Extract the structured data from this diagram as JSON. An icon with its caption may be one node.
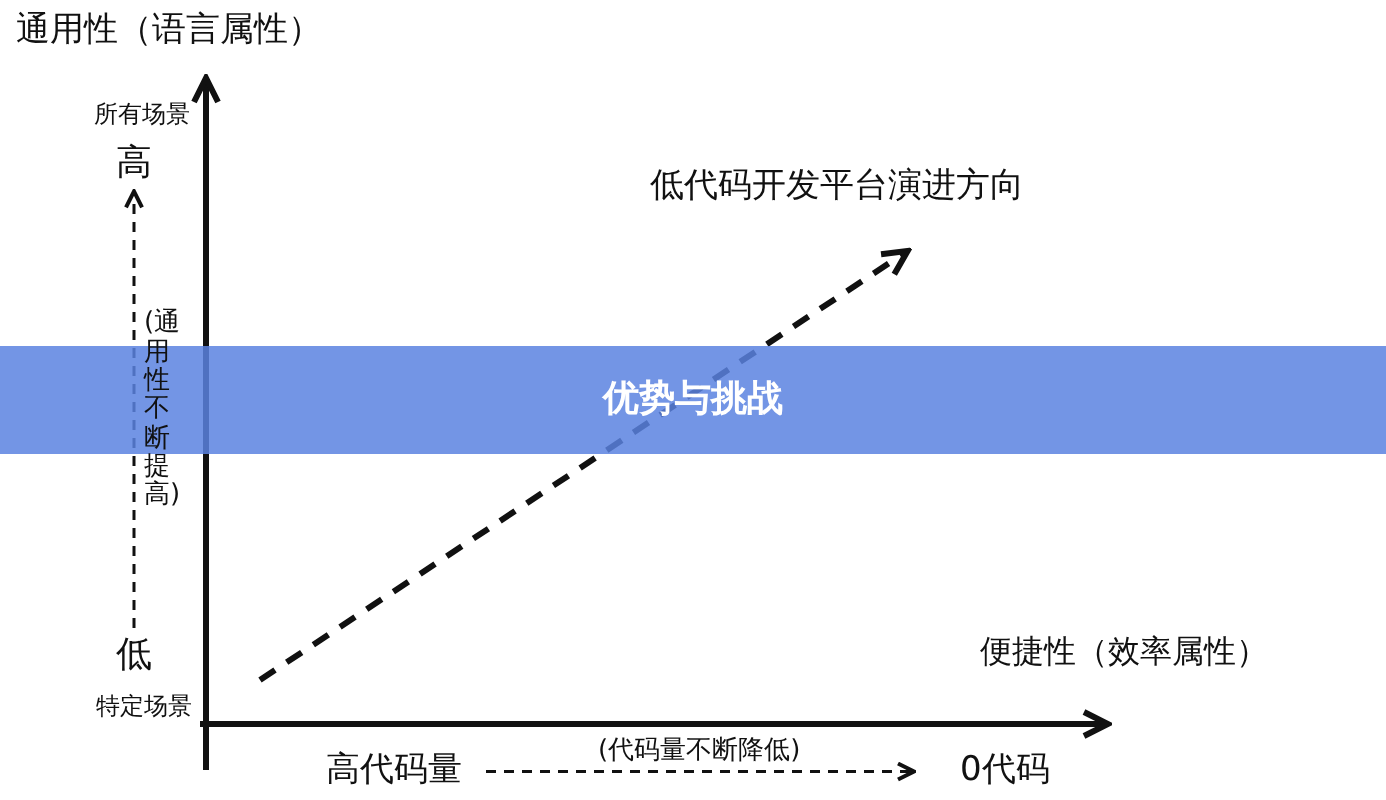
{
  "diagram": {
    "nodes": [
      {
        "text": [
          "高"
        ]
      },
      {
        "text": [
          "低"
        ]
      },
      {
        "text": [
          "高代码量"
        ]
      },
      {
        "text": [
          "0代码"
        ]
      }
    ],
    "edges": [
      {
        "from": 1,
        "to": 0,
        "arrow": "to",
        "style": "dashed",
        "label": "(通用性不断提高)"
      },
      {
        "from": 2,
        "to": 3,
        "arrow": "to",
        "style": "dashed",
        "label": "(代码量不断降低)"
      }
    ],
    "labels": [
      "通用性（语言属性）",
      "所有场景",
      "低代码开发平台演进方向",
      "优势与挑战",
      "便捷性（效率属性）",
      "特定场景"
    ]
  }
}
